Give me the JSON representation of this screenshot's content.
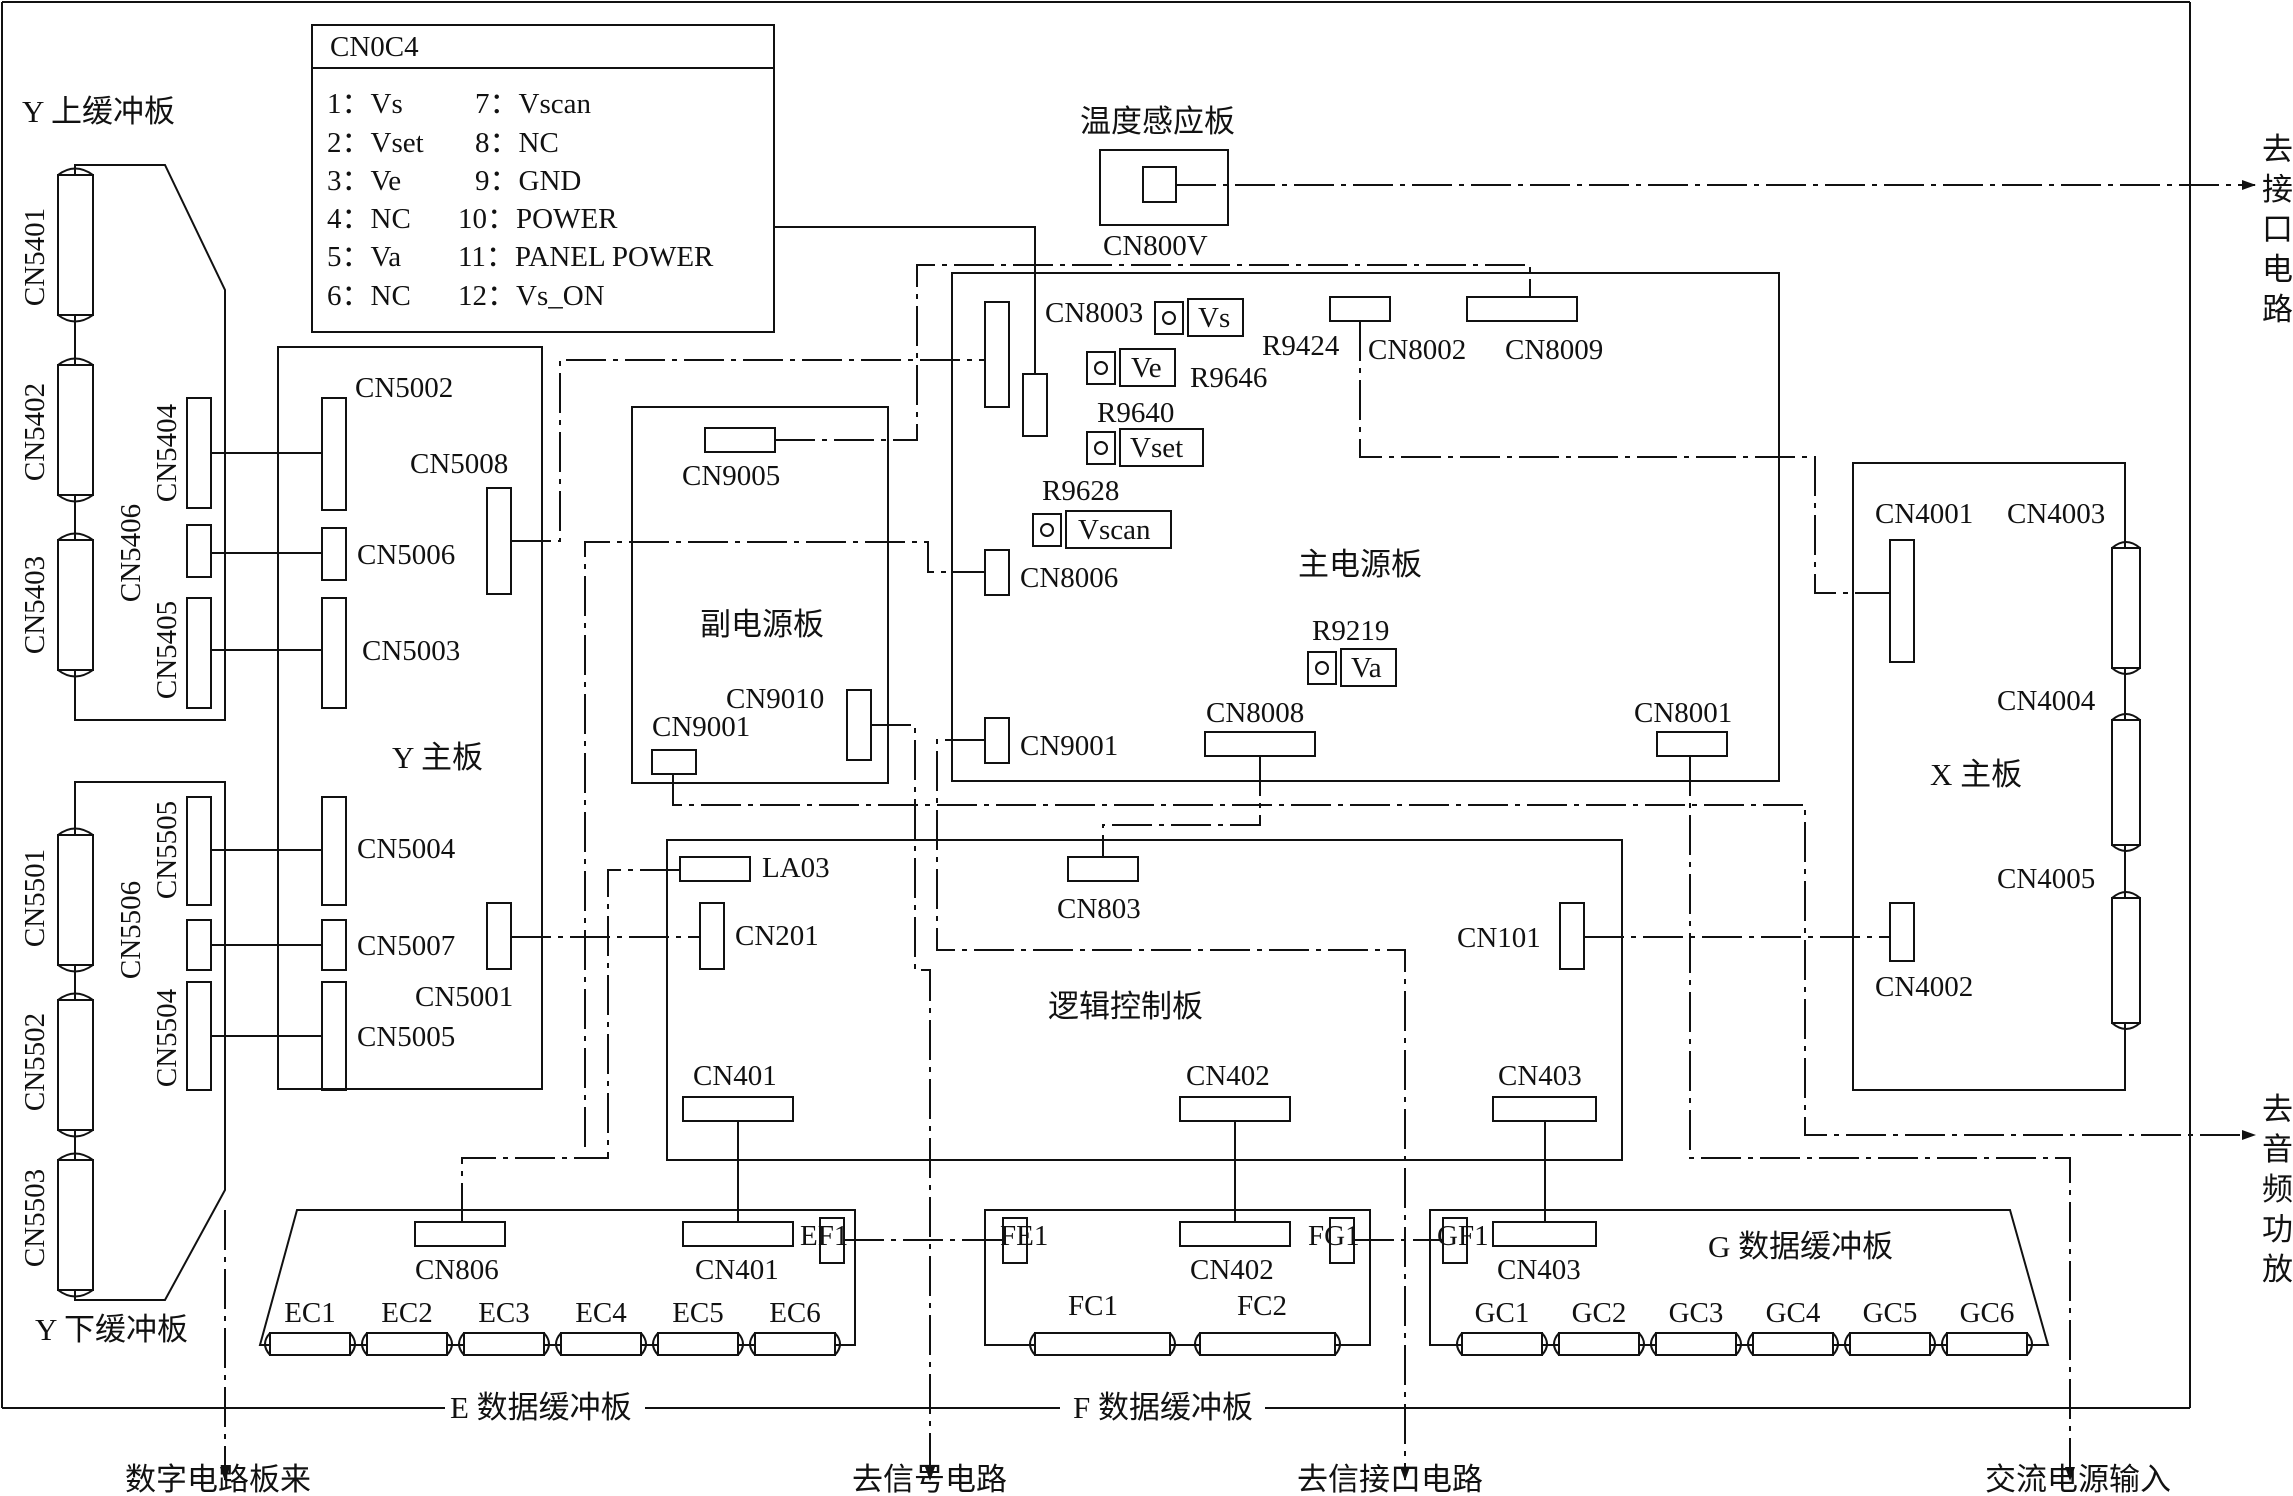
{
  "pin_table": {
    "title": "CN0C4",
    "pins": [
      "1：Vs",
      "2：Vset",
      "3：Ve",
      "4：NC",
      "5：Va",
      "6：NC",
      "7：Vscan",
      "8：NC",
      "9：GND",
      "10：POWER",
      "11：PANEL  POWER",
      "12：Vs_ON"
    ]
  },
  "boards": {
    "y_upper_buffer": "Y 上缓冲板",
    "y_lower_buffer": "Y 下缓冲板",
    "y_main": "Y 主板",
    "sub_power": "副电源板",
    "main_power": "主电源板",
    "x_main": "X 主板",
    "logic": "逻辑控制板",
    "temp_sensor": "温度感应板",
    "g_buffer": "G 数据缓冲板",
    "e_buffer": "E 数据缓冲板",
    "f_buffer": "F 数据缓冲板"
  },
  "outputs": {
    "to_interface": [
      "去",
      "接",
      "口",
      "电",
      "路"
    ],
    "to_audio": [
      "去",
      "音",
      "频",
      "功",
      "放"
    ],
    "digital_in": "数字电路板来",
    "to_signal": "去信号电路",
    "to_signal_interface": "去信接口电路",
    "ac_input": "交流电源输入"
  },
  "connectors": {
    "cn5401": "CN5401",
    "cn5402": "CN5402",
    "cn5403": "CN5403",
    "cn5404": "CN5404",
    "cn5406": "CN5406",
    "cn5405": "CN5405",
    "cn5501": "CN5501",
    "cn5502": "CN5502",
    "cn5503": "CN5503",
    "cn5505": "CN5505",
    "cn5506": "CN5506",
    "cn5504": "CN5504",
    "cn5002": "CN5002",
    "cn5008": "CN5008",
    "cn5006": "CN5006",
    "cn5003": "CN5003",
    "cn5004": "CN5004",
    "cn5007": "CN5007",
    "cn5001": "CN5001",
    "cn5005": "CN5005",
    "cn9005": "CN9005",
    "cn9010": "CN9010",
    "cn9001a": "CN9001",
    "cn800v": "CN800V",
    "cn8003": "CN8003",
    "cn8002": "CN8002",
    "cn8009": "CN8009",
    "cn8006": "CN8006",
    "cn9001b": "CN9001",
    "cn8008": "CN8008",
    "cn8001": "CN8001",
    "cn4001": "CN4001",
    "cn4003": "CN4003",
    "cn4004": "CN4004",
    "cn4005": "CN4005",
    "cn4002": "CN4002",
    "la03": "LA03",
    "cn201": "CN201",
    "cn803": "CN803",
    "cn101": "CN101",
    "cn401a": "CN401",
    "cn402a": "CN402",
    "cn403a": "CN403",
    "cn806": "CN806",
    "cn401b": "CN401",
    "cn402b": "CN402",
    "cn403b": "CN403",
    "ef1": "EF1",
    "fe1": "FE1",
    "fg1": "FG1",
    "gf1": "GF1",
    "fc1": "FC1",
    "fc2": "FC2"
  },
  "resistors": {
    "r9424": "R9424",
    "r9646": "R9646",
    "r9640": "R9640",
    "r9628": "R9628",
    "r9219": "R9219"
  },
  "test_points": {
    "vs": "Vs",
    "ve": "Ve",
    "vset": "Vset",
    "vscan": "Vscan",
    "va": "Va"
  },
  "e_ports": [
    "EC1",
    "EC2",
    "EC3",
    "EC4",
    "EC5",
    "EC6"
  ],
  "g_ports": [
    "GC1",
    "GC2",
    "GC3",
    "GC4",
    "GC5",
    "GC6"
  ]
}
